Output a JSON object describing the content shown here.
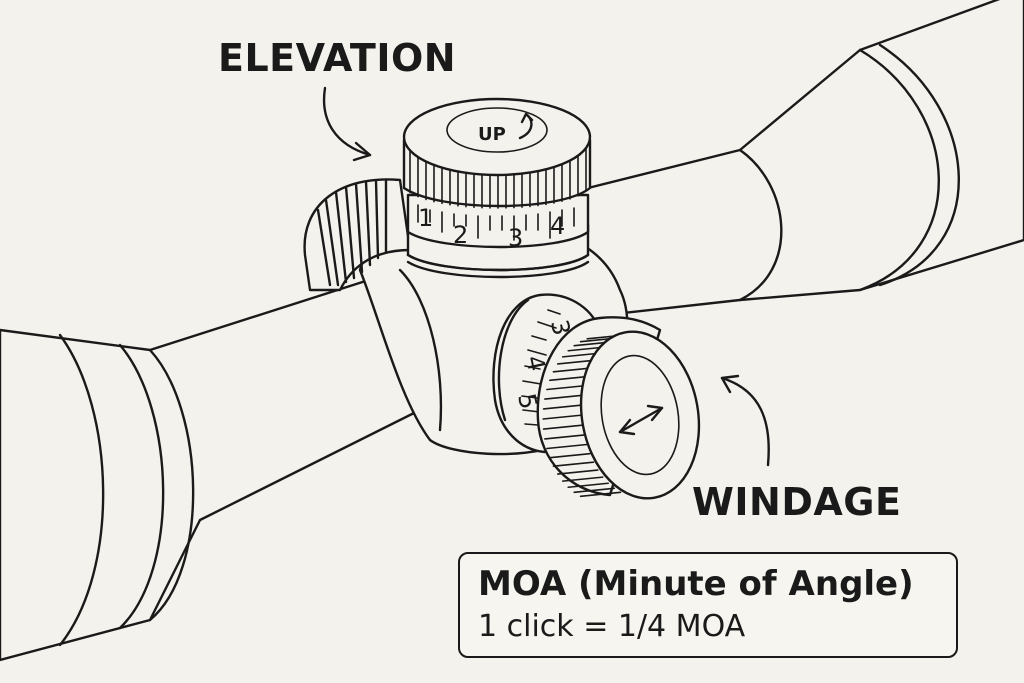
{
  "labels": {
    "elevation": "ELEVATION",
    "windage": "WINDAGE"
  },
  "elevation_dial": {
    "cap_text": "UP",
    "scale_numbers": [
      "1",
      "2",
      "3",
      "4"
    ]
  },
  "windage_dial": {
    "scale_numbers": [
      "3",
      "4",
      "5"
    ]
  },
  "info_box": {
    "title": "MOA (Minute of Angle)",
    "subtitle": "1 click = 1/4 MOA"
  },
  "icons": [
    "curved-arrow-icon",
    "rotate-arrow-icon",
    "double-arrow-icon"
  ]
}
